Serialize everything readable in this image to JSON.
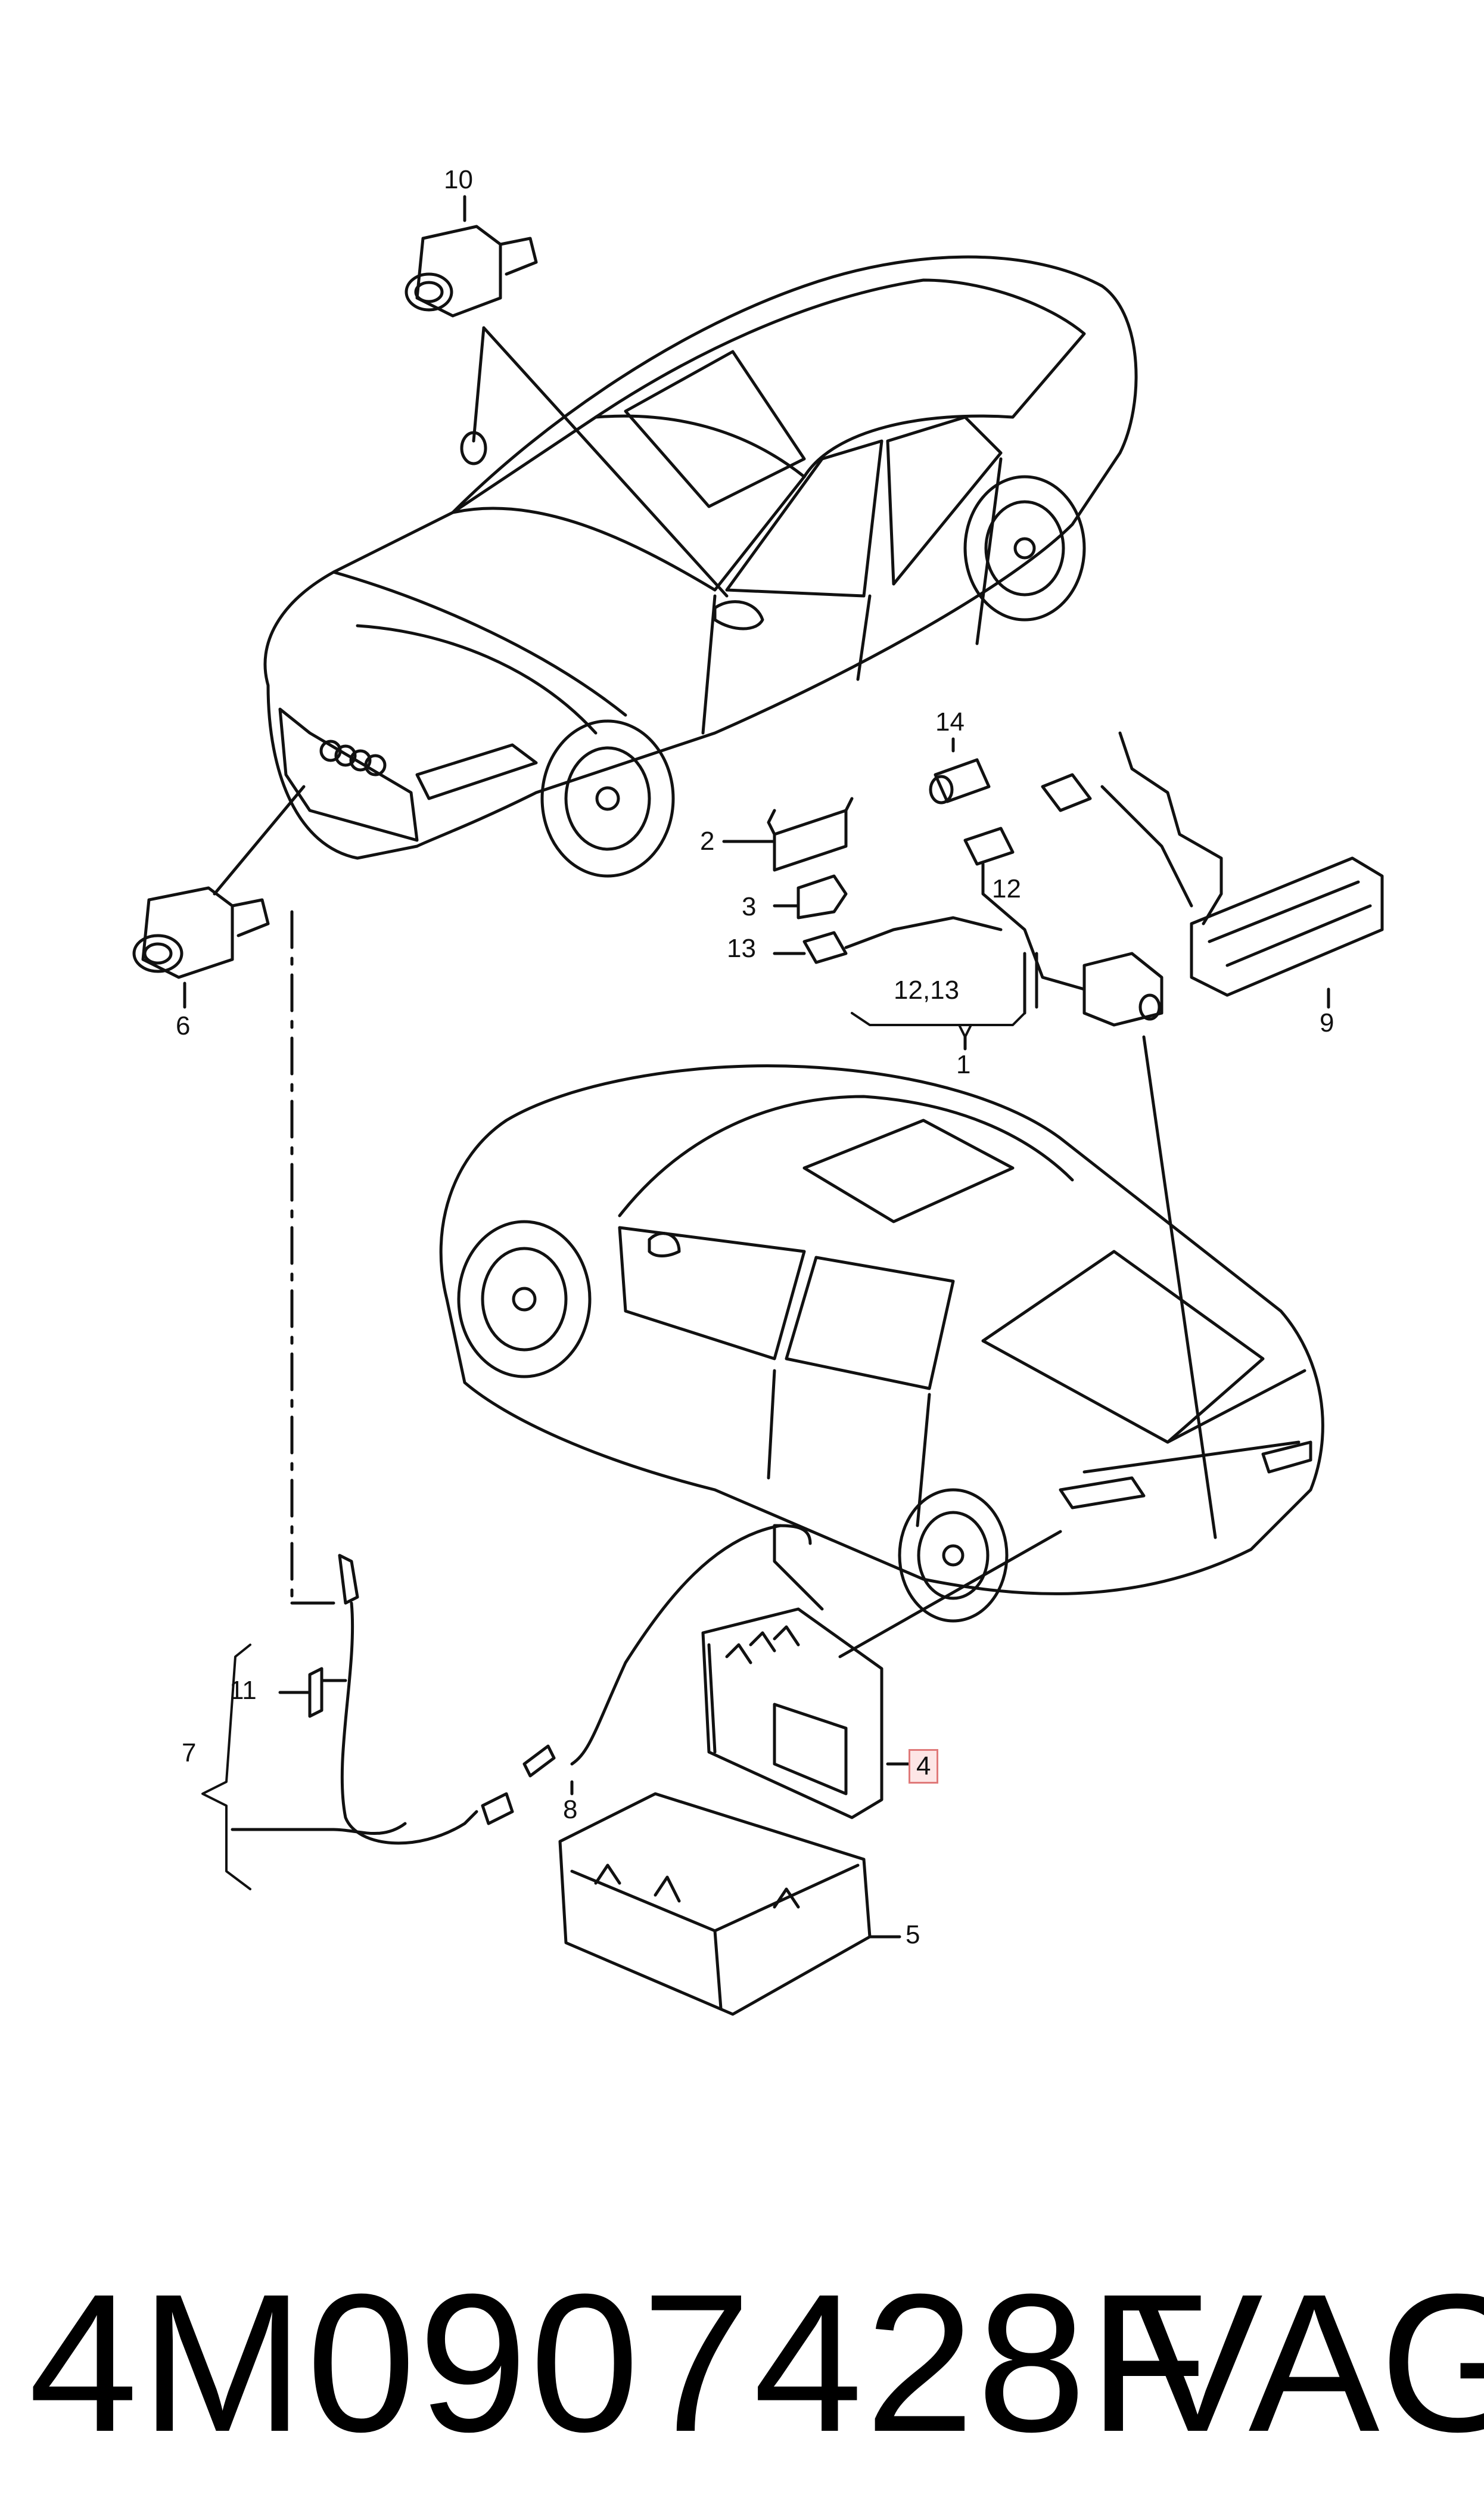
{
  "callouts": {
    "c10": "10",
    "c14": "14",
    "c2": "2",
    "c12": "12",
    "c3": "3",
    "c13": "13",
    "c12_13": "12,13",
    "c1": "1",
    "c9": "9",
    "c6": "6",
    "c11": "11",
    "c7": "7",
    "c8": "8",
    "c4": "4",
    "c5": "5"
  },
  "highlighted_callout": "4",
  "highlight_color": "#e07a7a",
  "footer": {
    "part_number": "4M0907428F",
    "brand": "VAG"
  }
}
